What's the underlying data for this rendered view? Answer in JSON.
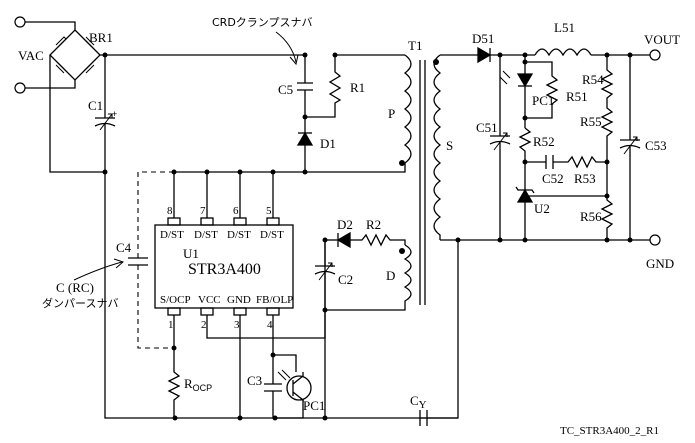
{
  "labels": {
    "vac": "VAC",
    "br1": "BR1",
    "c1": "C1",
    "crd": "CRDクランプスナバ",
    "c5": "C5",
    "r1": "R1",
    "d1": "D1",
    "t1": "T1",
    "p": "P",
    "s": "S",
    "d51": "D51",
    "l51": "L51",
    "vout": "VOUT",
    "gnd": "GND",
    "pc1_sec": "PC1",
    "r51": "R51",
    "r54": "R54",
    "r55": "R55",
    "c51": "C51",
    "r52": "R52",
    "c52": "C52",
    "r53": "R53",
    "u2": "U2",
    "r56": "R56",
    "c53": "C53",
    "d2": "D2",
    "r2": "R2",
    "d": "D",
    "c2": "C2",
    "c4": "C4",
    "crc": "C (RC)",
    "damper": "ダンパースナバ",
    "u1": "U1",
    "chip": "STR3A400",
    "pin8_name": "D/ST",
    "pin7_name": "D/ST",
    "pin6_name": "D/ST",
    "pin5_name": "D/ST",
    "pin1_name": "S/OCP",
    "pin2_name": "VCC",
    "pin3_name": "GND",
    "pin4_name": "FB/OLP",
    "pin8": "8",
    "pin7": "7",
    "pin6": "6",
    "pin5": "5",
    "pin1": "1",
    "pin2": "2",
    "pin3": "3",
    "pin4": "4",
    "rocp_main": "R",
    "rocp_sub": "OCP",
    "c3": "C3",
    "pc1_pri": "PC1",
    "cy_main": "C",
    "cy_sub": "Y",
    "drawing_id": "TC_STR3A400_2_R1"
  }
}
